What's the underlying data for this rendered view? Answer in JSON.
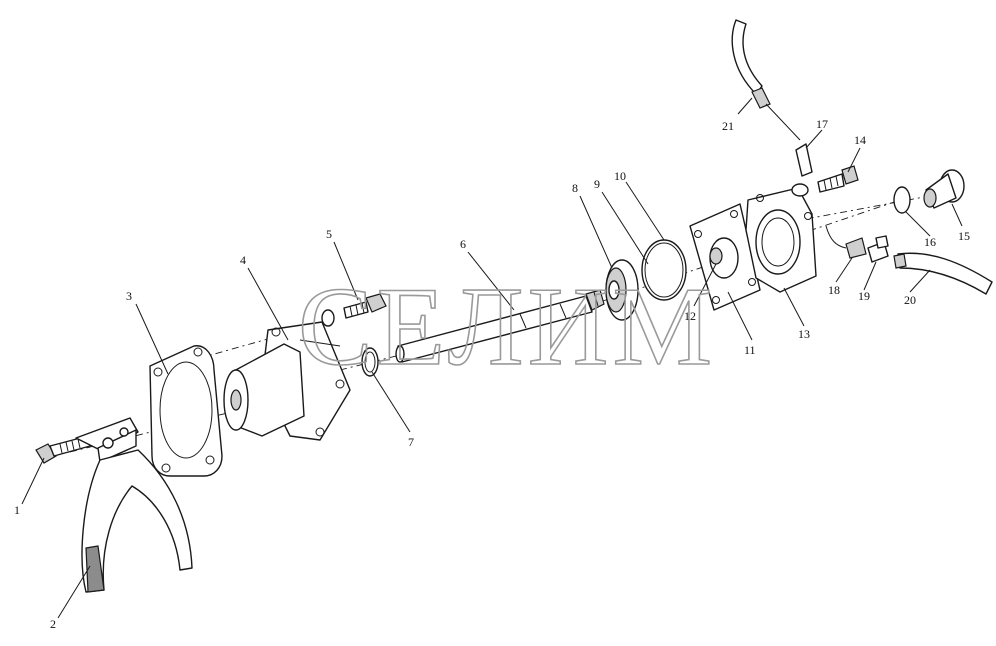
{
  "watermark": {
    "text": "СЕЛИМ"
  },
  "callouts": [
    "1",
    "2",
    "3",
    "4",
    "5",
    "6",
    "7",
    "8",
    "9",
    "10",
    "11",
    "12",
    "13",
    "14",
    "15",
    "16",
    "17",
    "18",
    "19",
    "20",
    "21"
  ],
  "colors": {
    "line": "#1a1a1a",
    "background": "#ffffff",
    "watermark": "#9a9a9a"
  }
}
